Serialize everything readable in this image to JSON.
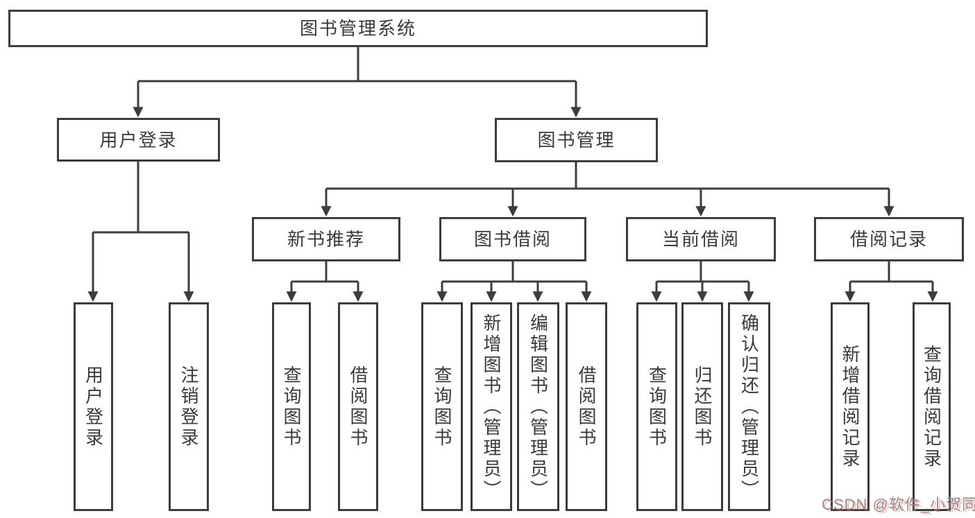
{
  "tree": {
    "label": "图书管理系统",
    "children": [
      {
        "label": "用户登录",
        "children": [
          {
            "label": "用户登录"
          },
          {
            "label": "注销登录"
          }
        ]
      },
      {
        "label": "图书管理",
        "children": [
          {
            "label": "新书推荐",
            "children": [
              {
                "label": "查询图书"
              },
              {
                "label": "借阅图书"
              }
            ]
          },
          {
            "label": "图书借阅",
            "children": [
              {
                "label": "查询图书"
              },
              {
                "label": "新增图书（管理员）"
              },
              {
                "label": "编辑图书（管理员）"
              },
              {
                "label": "借阅图书"
              }
            ]
          },
          {
            "label": "当前借阅",
            "children": [
              {
                "label": "查询图书"
              },
              {
                "label": "归还图书"
              },
              {
                "label": "确认归还（管理员）"
              }
            ]
          },
          {
            "label": "借阅记录",
            "children": [
              {
                "label": "新增借阅记录"
              },
              {
                "label": "查询借阅记录"
              }
            ]
          }
        ]
      }
    ]
  },
  "watermark": {
    "text": "CSDN @软件_小贺同学"
  },
  "colors": {
    "line": "#3c3c3c",
    "text": "#3a3a3a",
    "background": "#ffffff",
    "watermark_text": "#8a8a8a",
    "watermark_shadow": "#ff5252"
  }
}
